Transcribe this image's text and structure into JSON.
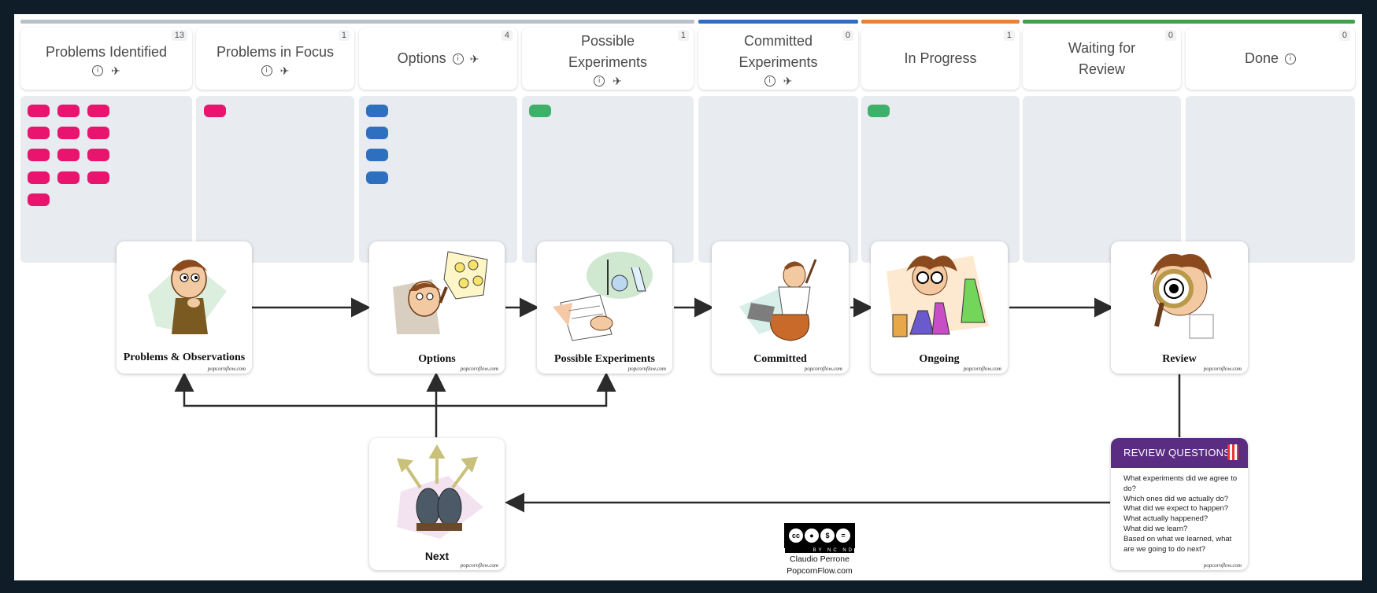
{
  "board": {
    "columns": [
      {
        "title": "Problems Identified",
        "count": "13",
        "icons": [
          "info-icon",
          "import-icon"
        ],
        "layout": "below"
      },
      {
        "title": "Problems in Focus",
        "count": "1",
        "icons": [
          "info-icon",
          "import-icon"
        ],
        "layout": "below"
      },
      {
        "title": "Options",
        "count": "4",
        "icons": [
          "info-icon",
          "import-icon"
        ],
        "layout": "inline"
      },
      {
        "title": "Possible Experiments",
        "count": "1",
        "icons": [
          "info-icon",
          "import-icon"
        ],
        "layout": "below"
      },
      {
        "title": "Committed Experiments",
        "count": "0",
        "icons": [
          "info-icon",
          "import-icon"
        ],
        "layout": "below"
      },
      {
        "title": "In Progress",
        "count": "1",
        "icons": [],
        "layout": "none"
      },
      {
        "title": "Waiting for Review",
        "count": "0",
        "icons": [],
        "layout": "none"
      },
      {
        "title": "Done",
        "count": "0",
        "icons": [
          "info-icon"
        ],
        "layout": "inline"
      }
    ],
    "topbar_colors": {
      "gray": "#b8c1c9",
      "blue": "#2f6fbf",
      "orange": "#e8813a",
      "green": "#3fa14a"
    },
    "card_colors": {
      "pink": "#e8146e",
      "blue": "#2f6fbf",
      "green": "#3fb06a"
    }
  },
  "flow": {
    "problems": {
      "label": "Problems & Observations",
      "brand": "popcornflow.com"
    },
    "options": {
      "label": "Options",
      "brand": "popcornflow.com"
    },
    "experiments": {
      "label": "Possible Experiments",
      "brand": "popcornflow.com"
    },
    "committed": {
      "label": "Committed",
      "brand": "popcornflow.com"
    },
    "ongoing": {
      "label": "Ongoing",
      "brand": "popcornflow.com"
    },
    "review": {
      "label": "Review",
      "brand": "popcornflow.com"
    },
    "next": {
      "label": "Next",
      "brand": "popcornflow.com"
    }
  },
  "review_questions": {
    "title": "REVIEW QUESTIONS",
    "items": [
      "What experiments did we agree to do?",
      "Which ones did we actually do?",
      "What did we expect to happen?",
      "What actually happened?",
      "What did we learn?",
      "Based on what we learned, what are we going to do next?"
    ],
    "brand": "popcornflow.com"
  },
  "credit": {
    "license": "BY NC ND",
    "author": "Claudio Perrone",
    "site": "PopcornFlow.com"
  }
}
